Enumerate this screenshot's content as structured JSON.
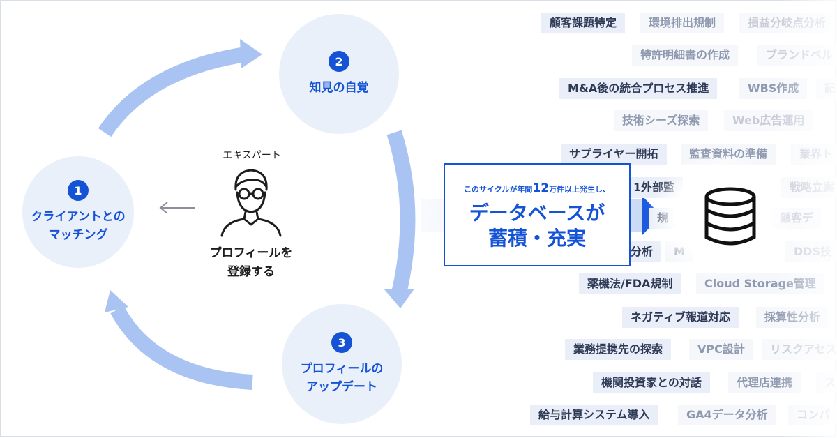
{
  "cycle": [
    {
      "number": "1",
      "label": "クライアントとの\nマッチング"
    },
    {
      "number": "2",
      "label": "知見の自覚"
    },
    {
      "number": "3",
      "label": "プロフィールの\nアップデート"
    }
  ],
  "expert": {
    "title": "エキスパート",
    "action": "プロフィールを\n登録する"
  },
  "info": {
    "pre": "このサイクルが年間",
    "number": "12",
    "post": "万件以上発生し、",
    "headline": "データベースが\n蓄積・充実"
  },
  "tags": [
    "顧客課題特定",
    "環境排出規制",
    "損益分岐点分析",
    "特許明細書の作成",
    "ブランドベル",
    "M&A後の統合プロセス推進",
    "WBS作成",
    "記",
    "技術シーズ探索",
    "Web広告運用",
    "サプライヤー開拓",
    "監査資料の準備",
    "業界ト",
    "1外部監",
    "戦略立案",
    "規",
    "顧客デ",
    "分析",
    "M",
    "DDS技",
    "薬機法/FDA規制",
    "Cloud Storage管理",
    "ネガティブ報道対応",
    "採算性分析",
    "業務提携先の探索",
    "VPC設計",
    "リスクアセス",
    "機関投資家との対話",
    "代理店連携",
    "ス",
    "給与計算システム導入",
    "GA4データ分析",
    "コンパ"
  ],
  "colors": {
    "accent": "#1553d6",
    "circle_fill": "#eaf0fa",
    "arrow": "#a9c3f2"
  },
  "icons": [
    "expert-person-icon",
    "database-icon",
    "arrow-left-icon"
  ]
}
